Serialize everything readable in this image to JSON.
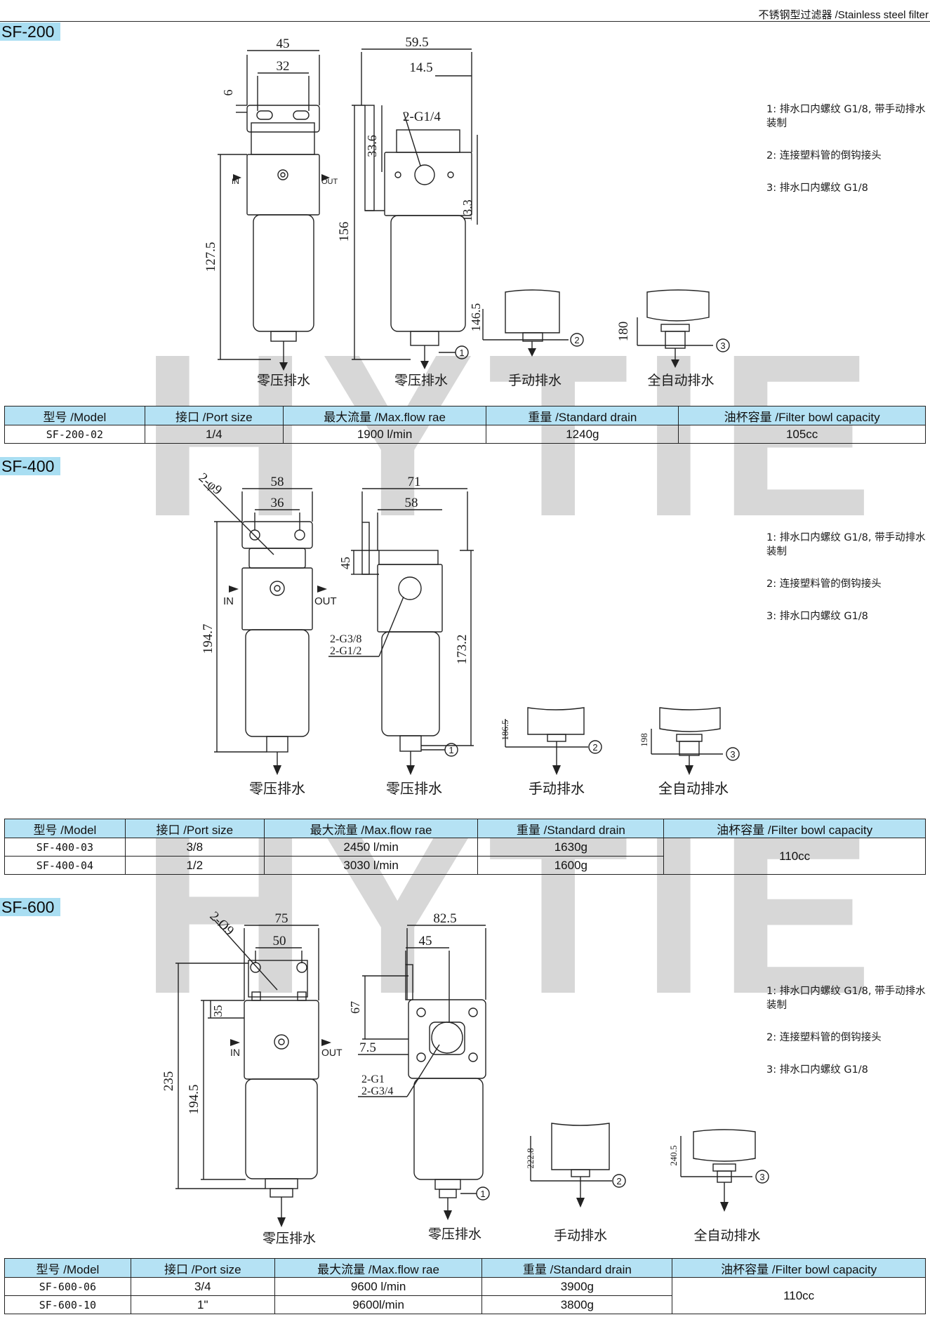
{
  "header": {
    "title": "不锈钢型过滤器 /Stainless steel filter"
  },
  "watermark": "HYTIE",
  "notes": [
    "1: 排水口内螺纹 G1/8, 带手动排水装制",
    "2: 连接塑料管的倒钩接头",
    "3: 排水口内螺纹 G1/8"
  ],
  "table_headers": [
    "型号 /Model",
    "接口 /Port size",
    "最大流量 /Max.flow rae",
    "重量 /Standard drain",
    "油杯容量 /Filter bowl capacity"
  ],
  "labels": {
    "zero_drain": "零压排水",
    "manual_drain": "手动排水",
    "auto_drain": "全自动排水",
    "in": "IN",
    "out": "OUT",
    "c1": "1",
    "c2": "2",
    "c3": "3"
  },
  "sections": [
    {
      "tag": "SF-200",
      "dims": {
        "front_width": "45",
        "front_inner": "32",
        "bracket_h": "6",
        "front_height": "127.5",
        "side_width": "59.5",
        "side_offset": "14.5",
        "port": "2-G1/4",
        "side_top": "33.6",
        "side_mid": "13.3",
        "side_height": "156",
        "manual_h": "146.5",
        "auto_h": "180"
      },
      "rows": [
        {
          "model": "SF-200-02",
          "port": "1/4",
          "flow": "1900 l/min",
          "weight": "1240g",
          "capacity": "105cc"
        }
      ]
    },
    {
      "tag": "SF-400",
      "dims": {
        "front_width": "58",
        "front_inner": "36",
        "hole": "2-φ9",
        "front_height": "194.7",
        "side_width": "71",
        "side_inner": "58",
        "side_top": "45",
        "port_a": "2-G3/8",
        "port_b": "2-G1/2",
        "side_height": "173.2",
        "manual_h": "186.5",
        "auto_h": "198"
      },
      "rows": [
        {
          "model": "SF-400-03",
          "port": "3/8",
          "flow": "2450 l/min",
          "weight": "1630g"
        },
        {
          "model": "SF-400-04",
          "port": "1/2",
          "flow": "3030 l/min",
          "weight": "1600g"
        }
      ],
      "capacity": "110cc"
    },
    {
      "tag": "SF-600",
      "dims": {
        "front_width": "75",
        "front_inner": "50",
        "hole": "2-Ø9",
        "top_h": "35",
        "outer_h": "235",
        "inner_h": "194.5",
        "side_width": "82.5",
        "side_inner": "45",
        "side_top": "67",
        "side_off": "7.5",
        "port_a": "2-G1",
        "port_b": "2-G3/4",
        "manual_h": "222.8",
        "auto_h": "240.5"
      },
      "rows": [
        {
          "model": "SF-600-06",
          "port": "3/4",
          "flow": "9600 l/min",
          "weight": "3900g"
        },
        {
          "model": "SF-600-10",
          "port": "1\"",
          "flow": "9600l/min",
          "weight": "3800g"
        }
      ],
      "capacity": "110cc"
    }
  ]
}
